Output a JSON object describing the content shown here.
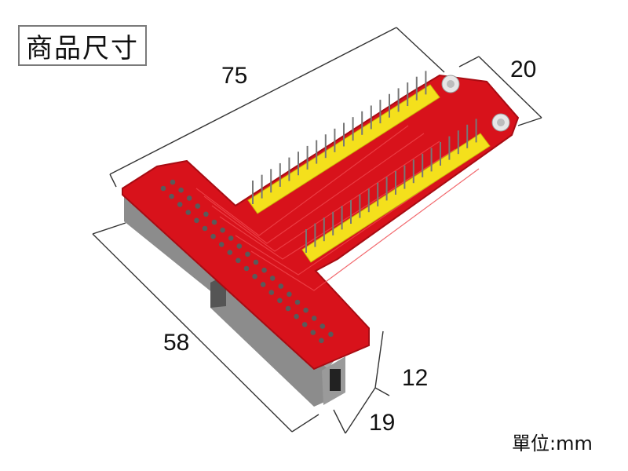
{
  "title": "商品尺寸",
  "dimensions": {
    "top_length": "75",
    "top_width": "20",
    "left_length": "58",
    "height": "12",
    "bottom_width": "19"
  },
  "unit_label": "單位:mm",
  "colors": {
    "pcb": "#d8121b",
    "pcb_shadow": "#b10c14",
    "header_yellow": "#f4e01c",
    "connector_gray": "#9a9a9a",
    "dimension_line": "#333333"
  }
}
